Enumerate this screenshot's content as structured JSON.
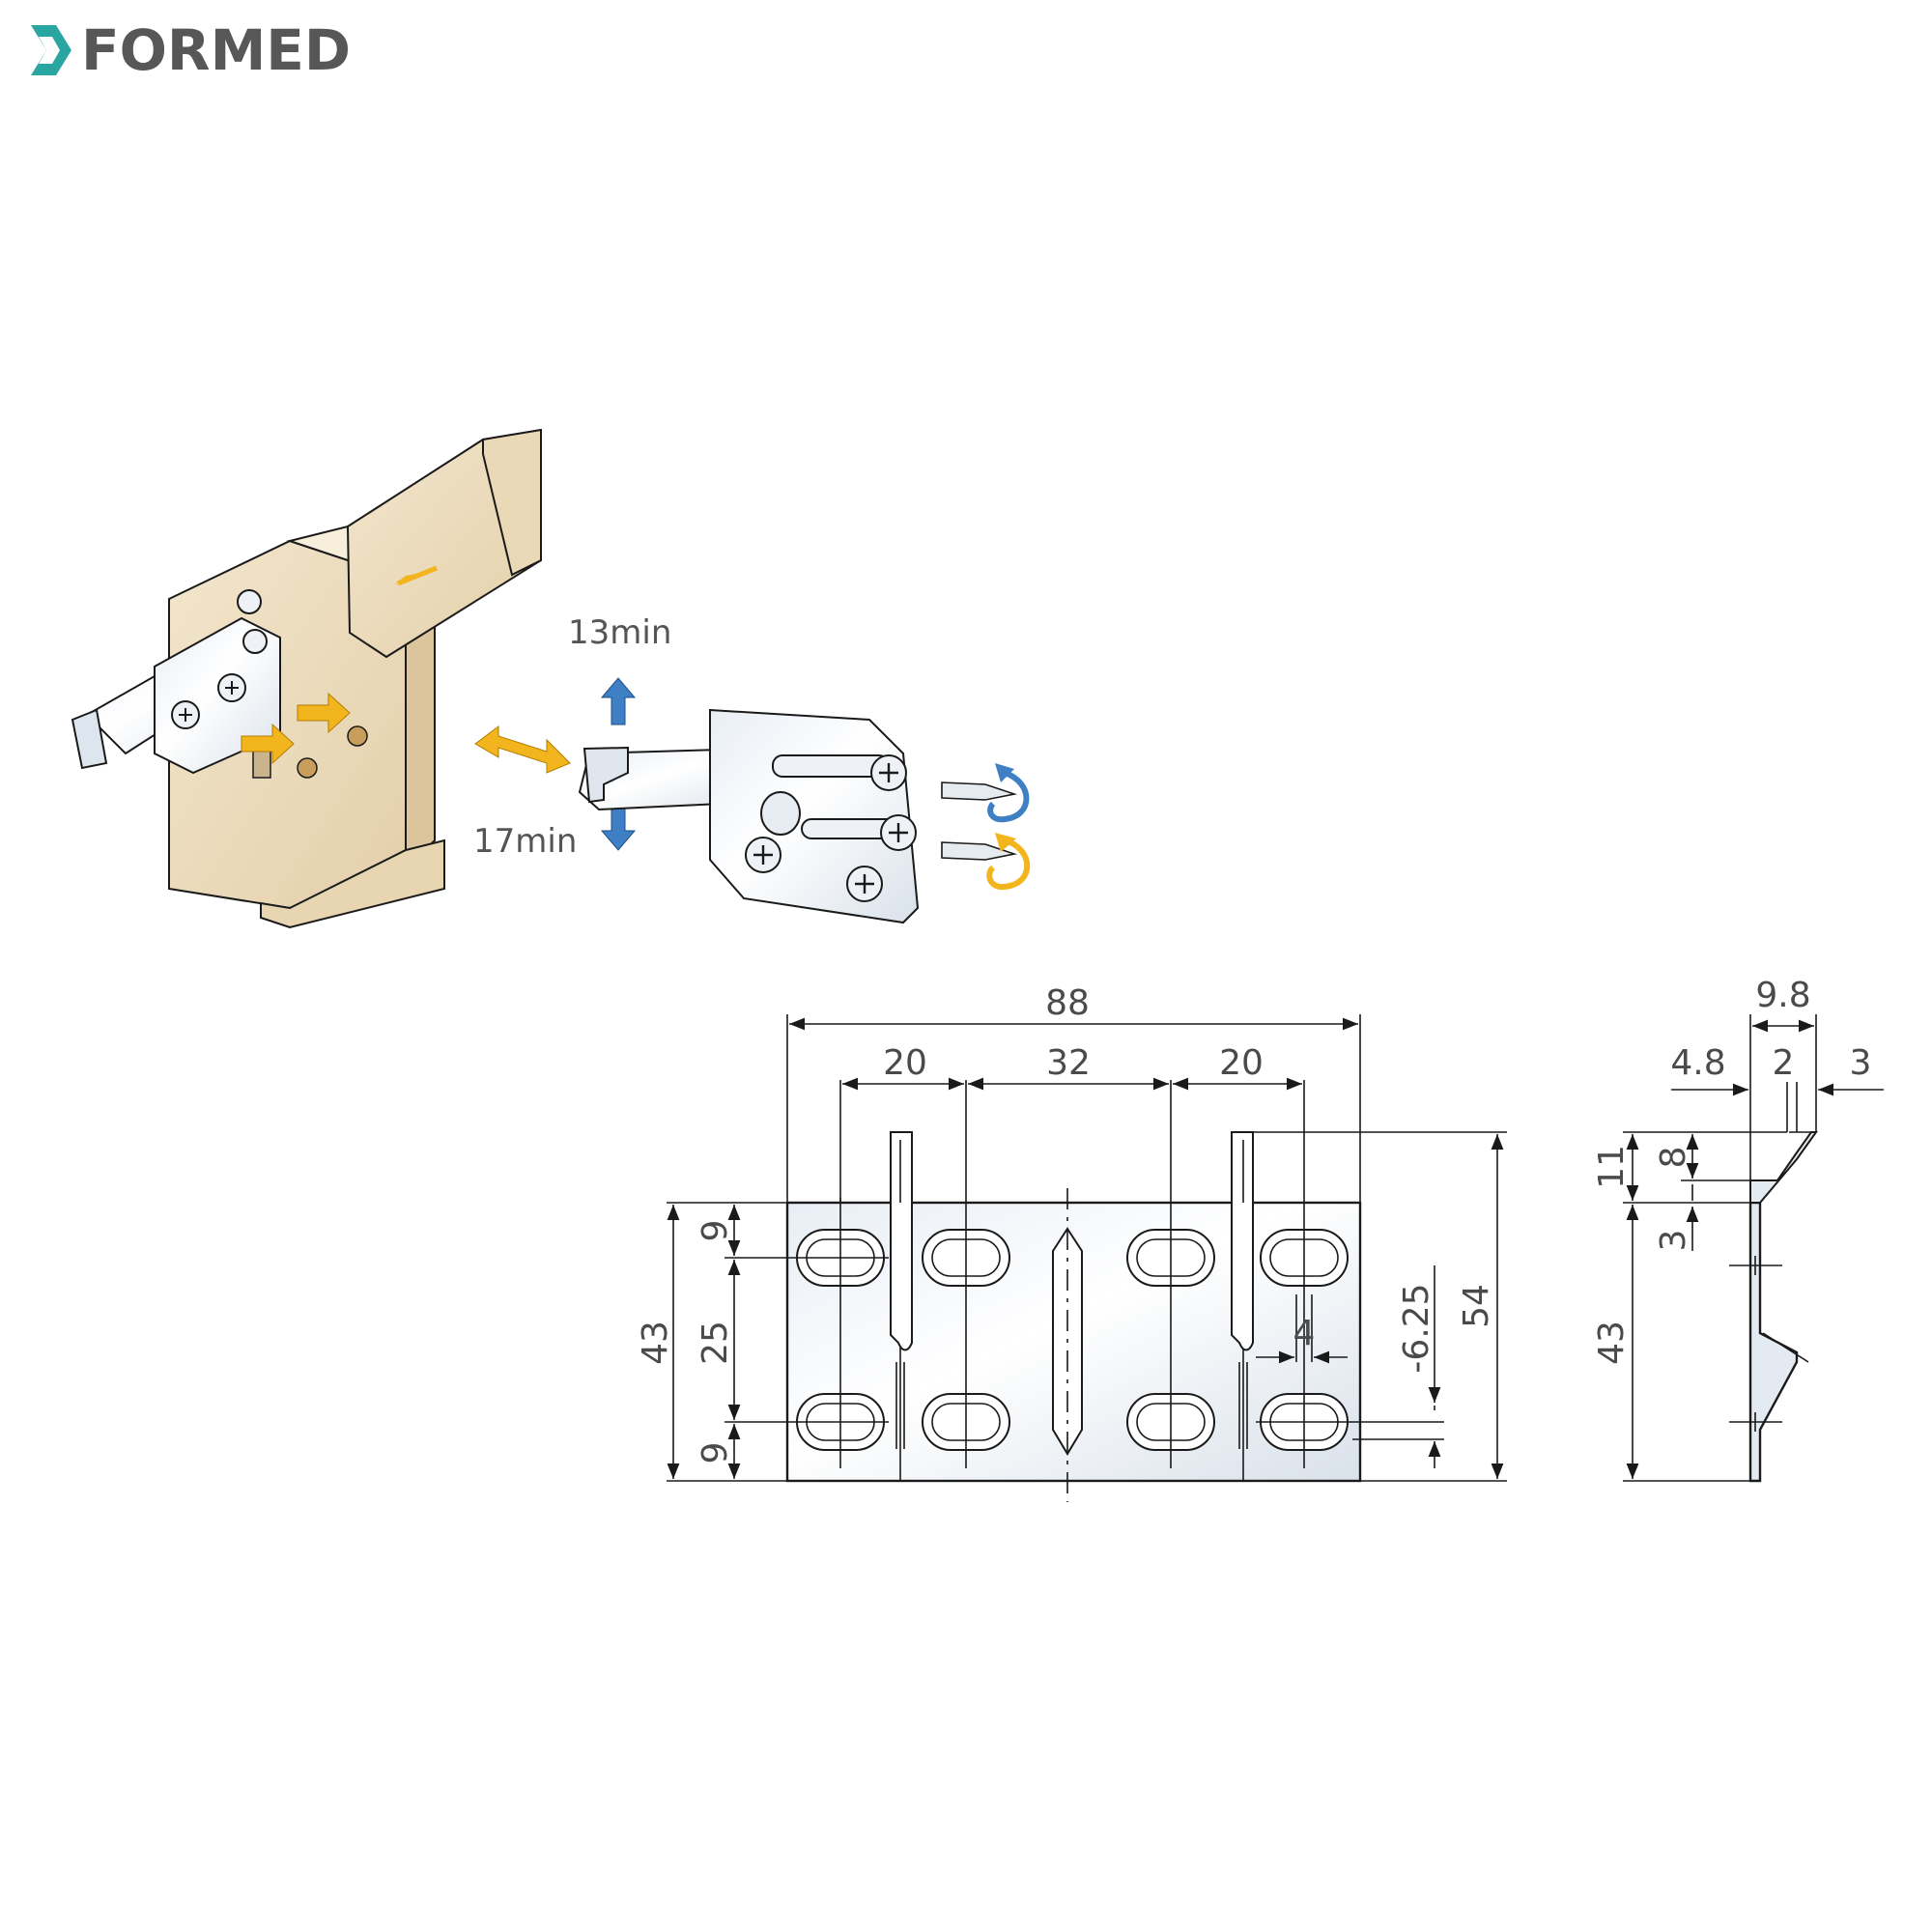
{
  "logo": {
    "text": "FORMED",
    "mark_color": "#2aa6a2",
    "text_color": "#575757"
  },
  "illustration": {
    "clearance_top": "13min",
    "clearance_bottom": "17min",
    "arrow_color_horizontal": "#f2b51e",
    "arrow_color_vertical": "#3f7fc4",
    "wood_color": "#ecdcc0"
  },
  "front_view": {
    "overall_width": "88",
    "spacing_left": "20",
    "spacing_center": "32",
    "spacing_right": "20",
    "overall_height_total": "54",
    "plate_height": "43",
    "slot_spacing_vertical": "25",
    "margin_top": "9",
    "margin_bottom": "9",
    "slot_width": "4",
    "offset": "-6.25"
  },
  "side_view": {
    "total_depth": "9.8",
    "depth_left": "4.8",
    "thickness": "2",
    "depth_right": "3",
    "hook_height": "11",
    "hook_inner": "8",
    "gap": "3",
    "plate_height": "43"
  }
}
